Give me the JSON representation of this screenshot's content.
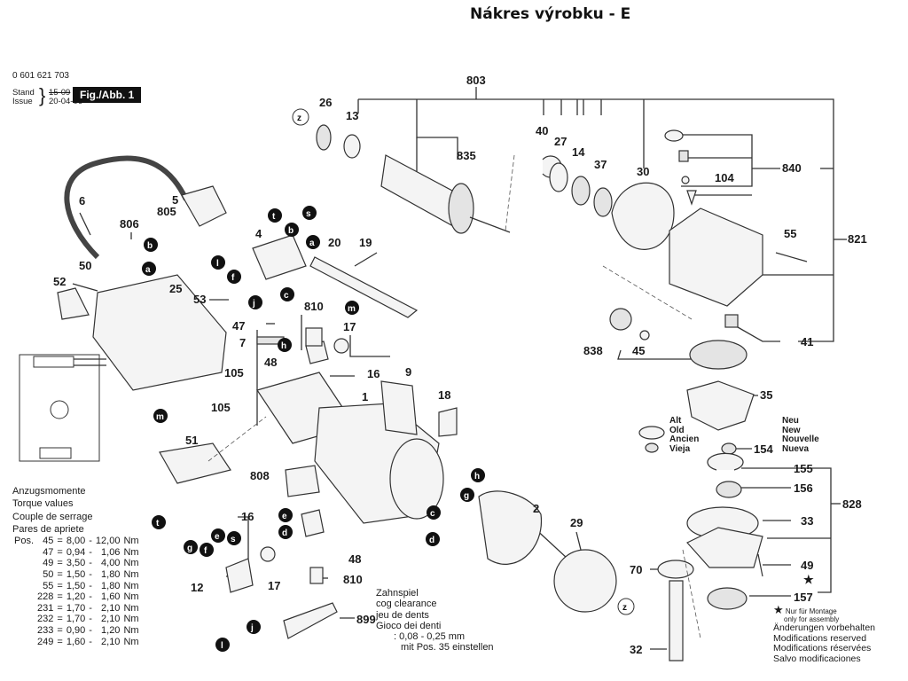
{
  "title": "Nákres výrobku - E",
  "header": {
    "part_number": "0 601 621 703",
    "stand_label": "Stand",
    "issue_label": "Issue",
    "stand_date_struck": "15-09",
    "issue_date": "20-04-06",
    "figure_label": "Fig./Abb. 1"
  },
  "part_labels": [
    "803",
    "26",
    "13",
    "835",
    "40",
    "27",
    "14",
    "37",
    "30",
    "840",
    "104",
    "821",
    "55",
    "41",
    "838",
    "45",
    "35",
    "154",
    "155",
    "156",
    "828",
    "33",
    "49",
    "157",
    "70",
    "32",
    "29",
    "2",
    "6",
    "806",
    "5",
    "805",
    "4",
    "20",
    "19",
    "50",
    "52",
    "25",
    "53",
    "810",
    "47",
    "7",
    "48",
    "17",
    "16",
    "105",
    "9",
    "18",
    "1",
    "51",
    "808",
    "12",
    "899"
  ],
  "tags": [
    "z",
    "b",
    "a",
    "t",
    "s",
    "l",
    "f",
    "j",
    "c",
    "m",
    "h",
    "g",
    "e",
    "d"
  ],
  "assembly_star": "★",
  "torque": {
    "headings": [
      "Anzugsmomente",
      "Torque values",
      "Couple de serrage",
      "Pares de apriete"
    ],
    "pos_label": "Pos.",
    "rows": [
      {
        "pos": "45",
        "min": "8,00",
        "max": "12,00",
        "unit": "Nm"
      },
      {
        "pos": "47",
        "min": "0,94",
        "max": "1,06",
        "unit": "Nm"
      },
      {
        "pos": "49",
        "min": "3,50",
        "max": "4,00",
        "unit": "Nm"
      },
      {
        "pos": "50",
        "min": "1,50",
        "max": "1,80",
        "unit": "Nm"
      },
      {
        "pos": "55",
        "min": "1,50",
        "max": "1,80",
        "unit": "Nm"
      },
      {
        "pos": "228",
        "min": "1,20",
        "max": "1,60",
        "unit": "Nm"
      },
      {
        "pos": "231",
        "min": "1,70",
        "max": "2,10",
        "unit": "Nm"
      },
      {
        "pos": "232",
        "min": "1,70",
        "max": "2,10",
        "unit": "Nm"
      },
      {
        "pos": "233",
        "min": "0,90",
        "max": "1,20",
        "unit": "Nm"
      },
      {
        "pos": "249",
        "min": "1,60",
        "max": "2,10",
        "unit": "Nm"
      }
    ]
  },
  "cog_clearance": {
    "lines": [
      "Zahnspiel",
      "cog clearance",
      "jeu de dents",
      "Gioco dei denti"
    ],
    "value": ": 0,08 - 0,25 mm",
    "instruction": "mit Pos. 35 einstellen"
  },
  "old_new": {
    "old": [
      "Alt",
      "Old",
      "Ancien",
      "Vieja"
    ],
    "new": [
      "Neu",
      "New",
      "Nouvelle",
      "Nueva"
    ]
  },
  "notes": {
    "assembly_only": [
      "Nur für Montage",
      "only for assembly"
    ],
    "modifications": [
      "Änderungen vorbehalten",
      "Modifications reserved",
      "Modifications réservées",
      "Salvo modificaciones"
    ]
  }
}
